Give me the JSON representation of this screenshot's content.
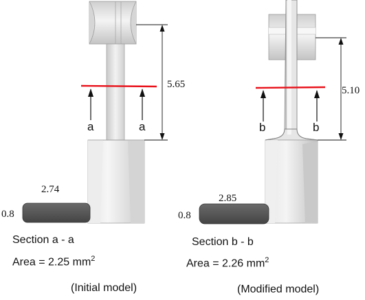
{
  "left": {
    "dimension": "5.65",
    "arrow_label_left": "a",
    "arrow_label_right": "a",
    "section_width": "2.74",
    "section_height": "0.8",
    "section_title": "Section  a - a",
    "area_text": "Area = 2.25 mm",
    "area_sup": "2",
    "model_label": "(Initial model)"
  },
  "right": {
    "dimension": "5.10",
    "arrow_label_left": "b",
    "arrow_label_right": "b",
    "section_width": "2.85",
    "section_height": "0.8",
    "section_title": "Section  b - b",
    "area_text": "Area = 2.26 mm",
    "area_sup": "2",
    "model_label": "(Modified model)"
  },
  "colors": {
    "cut_line": "#e8121b",
    "section_fill": "#555555",
    "part_light": "#ececec",
    "part_shade": "#bdbdbd"
  }
}
